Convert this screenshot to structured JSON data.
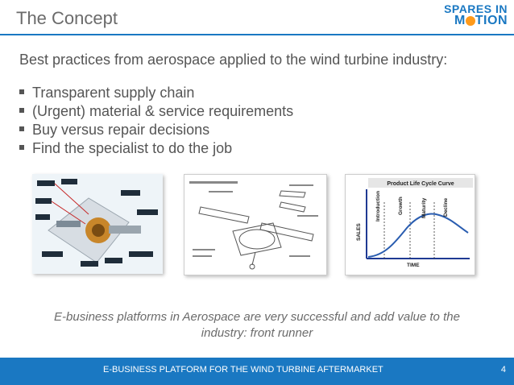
{
  "slide": {
    "title": "The Concept",
    "logo": {
      "line1": "SPARES IN",
      "line2_prefix": "M",
      "line2_suffix": "TION"
    },
    "subtitle": "Best practices from aerospace applied to the wind turbine industry:",
    "bullets": [
      "Transparent supply chain",
      "(Urgent) material & service requirements",
      "Buy versus repair decisions",
      "Find the specialist to do the job"
    ],
    "images": {
      "plc": {
        "title": "Product Life Cycle Curve",
        "stages": [
          "Introduction",
          "Growth",
          "Maturity",
          "Decline"
        ],
        "ylabel": "SALES",
        "xlabel": "TIME"
      }
    },
    "caption": "E-business platforms in Aerospace are very successful and add value to the industry: front runner",
    "footer": "E-BUSINESS PLATFORM FOR THE WIND TURBINE AFTERMARKET",
    "page_number": "4"
  },
  "colors": {
    "accent": "#1a78c2",
    "logo_gear": "#ff9a1a",
    "text": "#555555"
  }
}
